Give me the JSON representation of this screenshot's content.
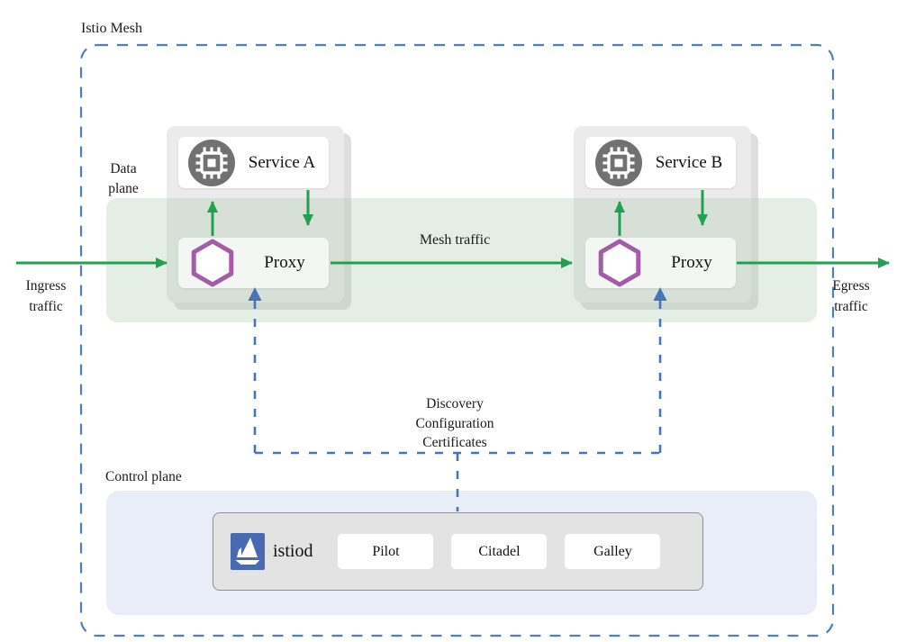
{
  "title": "Istio Mesh",
  "data_plane": {
    "label_lines": [
      "Data",
      "plane"
    ]
  },
  "control_plane": {
    "label": "Control plane"
  },
  "traffic": {
    "ingress_lines": [
      "Ingress",
      "traffic"
    ],
    "egress_lines": [
      "Egress",
      "traffic"
    ],
    "mesh_label": "Mesh traffic"
  },
  "control_flow_lines": [
    "Discovery",
    "Configuration",
    "Certificates"
  ],
  "services": [
    {
      "name": "Service A",
      "proxy_label": "Proxy"
    },
    {
      "name": "Service B",
      "proxy_label": "Proxy"
    }
  ],
  "istiod": {
    "name": "istiod",
    "components": [
      "Pilot",
      "Citadel",
      "Galley"
    ]
  },
  "icons": {
    "service": "microchip-icon",
    "proxy": "hexagon-icon",
    "istiod": "sailboat-icon"
  },
  "colors": {
    "traffic_arrow_green": "#21a04f",
    "control_dashed_blue": "#4575b8",
    "mesh_border_blue": "#4d7ec4",
    "proxy_hexagon_purple": "#a55ca8",
    "service_icon_gray": "#717171",
    "istio_logo_blue": "#466bb0",
    "data_plane_band": "#e7f0e8",
    "control_plane_bg": "#e9edf7",
    "container_gray": "#ebebeb"
  }
}
